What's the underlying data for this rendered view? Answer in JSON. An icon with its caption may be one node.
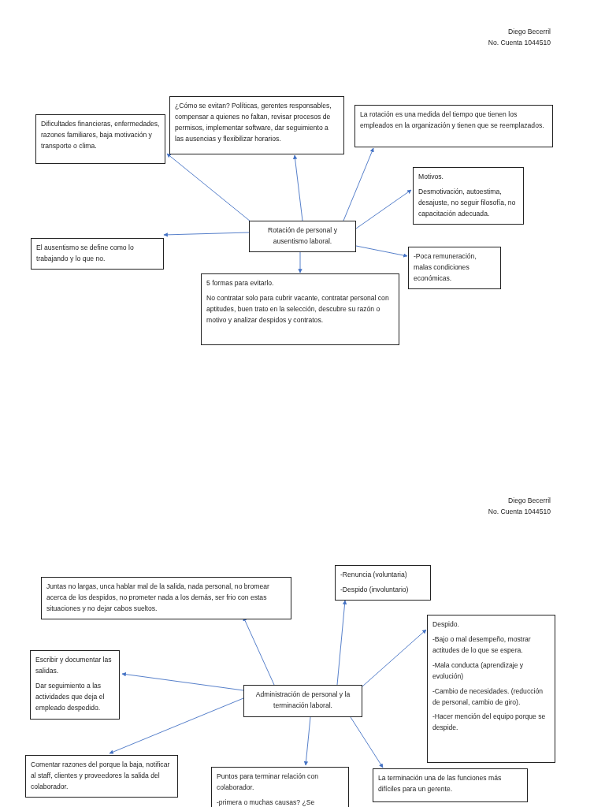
{
  "diagram": {
    "nodes": [
      {
        "text": [
          "Rotación de personal y ausentismo laboral."
        ]
      },
      {
        "text": [
          "Dificultades financieras, enfermedades, razones familiares, baja motivación y transporte o clima."
        ]
      },
      {
        "text": [
          "¿Cómo se evitan? Políticas, gerentes responsables, compensar a quienes no faltan, revisar procesos de permisos, implementar software, dar seguimiento a las ausencias y flexibilizar horarios."
        ]
      },
      {
        "text": [
          "La rotación es una medida del tiempo que tienen los empleados en la organización y tienen que se reemplazados."
        ]
      },
      {
        "text": [
          "Motivos.",
          "Desmotivación, autoestima, desajuste, no seguir filosofía, no capacitación adecuada."
        ]
      },
      {
        "text": [
          "El ausentismo se define como lo trabajando y lo que no."
        ]
      },
      {
        "text": [
          "-Poca remuneración, malas condiciones económicas."
        ]
      },
      {
        "text": [
          "5 formas para evitarlo.",
          "No contratar solo para cubrir vacante, contratar personal con aptitudes, buen trato en la selección, descubre su razón o motivo y analizar despidos y contratos."
        ]
      },
      {
        "text": [
          "Administración de personal y la terminación laboral."
        ]
      },
      {
        "text": [
          "Juntas no largas, unca hablar mal de la salida, nada personal, no bromear acerca de los despidos, no prometer nada a los demás, ser frio con estas situaciones y no dejar cabos sueltos."
        ]
      },
      {
        "text": [
          "-Renuncia (voluntaria)",
          "-Despido (involuntario)"
        ]
      },
      {
        "text": [
          "Despido.",
          "-Bajo o mal desempeño, mostrar actitudes de lo que se espera.",
          "-Mala conducta (aprendizaje y evolución)",
          "-Cambio de necesidades. (reducción de personal, cambio de giro).",
          "-Hacer mención del equipo porque se despide."
        ]
      },
      {
        "text": [
          "Escribir y documentar las salidas.",
          "Dar seguimiento a las actividades que deja el empleado despedido."
        ]
      },
      {
        "text": [
          "Comentar razones del porque la baja, notificar al staff, clientes y proveedores la salida del colaborador."
        ]
      },
      {
        "text": [
          "Puntos para terminar relación con colaborador.",
          "-primera o muchas causas? ¿Se"
        ]
      },
      {
        "text": [
          "La terminación una de las funciones más difíciles para un gerente."
        ]
      }
    ],
    "edges": [
      {
        "from": 0,
        "to": 1,
        "arrow": "to"
      },
      {
        "from": 0,
        "to": 2,
        "arrow": "to"
      },
      {
        "from": 0,
        "to": 3,
        "arrow": "to"
      },
      {
        "from": 0,
        "to": 4,
        "arrow": "to"
      },
      {
        "from": 0,
        "to": 5,
        "arrow": "to"
      },
      {
        "from": 0,
        "to": 6,
        "arrow": "to"
      },
      {
        "from": 0,
        "to": 7,
        "arrow": "to"
      },
      {
        "from": 8,
        "to": 9,
        "arrow": "to"
      },
      {
        "from": 8,
        "to": 10,
        "arrow": "to"
      },
      {
        "from": 8,
        "to": 11,
        "arrow": "to"
      },
      {
        "from": 8,
        "to": 12,
        "arrow": "to"
      },
      {
        "from": 8,
        "to": 13,
        "arrow": "to"
      },
      {
        "from": 8,
        "to": 14,
        "arrow": "to"
      },
      {
        "from": 8,
        "to": 15,
        "arrow": "to"
      }
    ],
    "labels": [
      "Diego Becerril",
      "No. Cuenta 1044510",
      "Diego Becerril",
      "No. Cuenta 1044510"
    ]
  }
}
